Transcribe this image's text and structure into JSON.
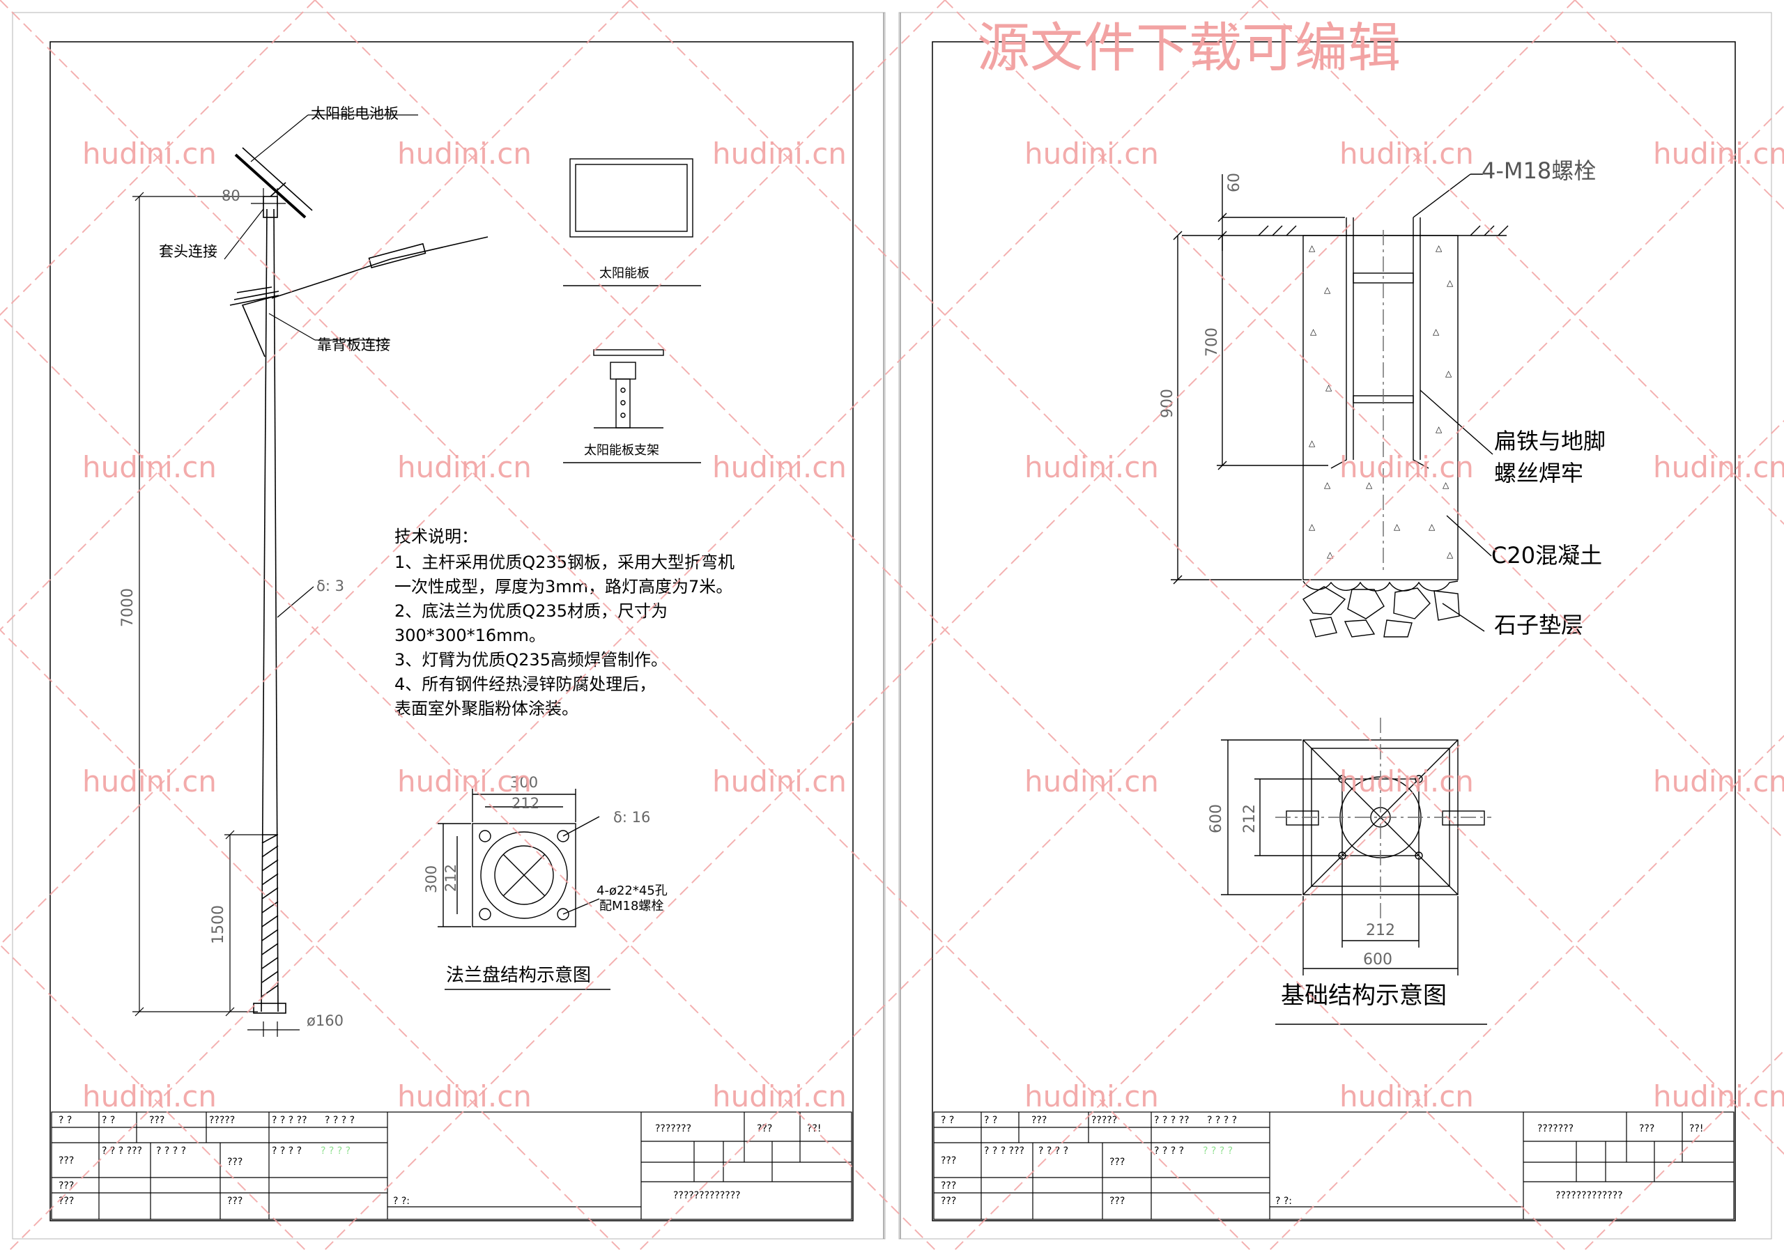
{
  "watermark": {
    "site": "hudini.cn",
    "banner": "源文件下载可编辑"
  },
  "left_sheet": {
    "label_solar_panel": "太阳能电池板",
    "label_sleeve": "套头连接",
    "label_backplate": "靠背板连接",
    "dim_arm": "80",
    "dim_height": "7000",
    "dim_base": "1500",
    "dim_thickness": "δ: 3",
    "dim_diameter": "ø160",
    "detail_panel_title": "太阳能板",
    "detail_bracket_title": "太阳能板支架",
    "notes_title": "技术说明：",
    "notes": [
      "1、主杆采用优质Q235钢板，采用大型折弯机",
      "一次性成型，厚度为3mm，路灯高度为7米。",
      "2、底法兰为优质Q235材质，尺寸为",
      "300*300*16mm。",
      "3、灯臂为优质Q235高频焊管制作。",
      "4、所有钢件经热浸锌防腐处理后，",
      "表面室外聚脂粉体涂装。"
    ],
    "flange_dim_outer_w": "300",
    "flange_dim_inner_w": "212",
    "flange_dim_outer_h": "300",
    "flange_dim_inner_h": "212",
    "flange_thickness": "δ: 16",
    "flange_holes_1": "4-ø22*45孔",
    "flange_holes_2": "配M18螺栓",
    "flange_title": "法兰盘结构示意图"
  },
  "right_sheet": {
    "label_bolts": "4-M18螺栓",
    "dim_top": "60",
    "dim_700": "700",
    "dim_900": "900",
    "label_weld_1": "扁铁与地脚",
    "label_weld_2": "螺丝焊牢",
    "label_concrete": "C20混凝土",
    "label_gravel": "石子垫层",
    "plan_dim_600_v": "600",
    "plan_dim_212_v": "212",
    "plan_dim_212_h": "212",
    "plan_dim_600_h": "600",
    "foundation_title": "基础结构示意图"
  },
  "title_block": {
    "r1": [
      "? ?",
      "? ?",
      "???",
      "?????",
      "? ? ? ??",
      "? ? ? ?"
    ],
    "r1_right": [
      "???????",
      "???",
      "??!"
    ],
    "r2": [
      "???",
      "? ? ? ???",
      "? ? ? ?",
      "???",
      "? ? ? ?",
      "? ? ? ?"
    ],
    "r3": [
      "???"
    ],
    "r4": [
      "???",
      "???",
      "? ?:"
    ],
    "r4_right": [
      "?????????????"
    ]
  },
  "colors": {
    "line": "#000000",
    "watermark": "#f2a3a3",
    "green_text": "#8fe08f"
  }
}
